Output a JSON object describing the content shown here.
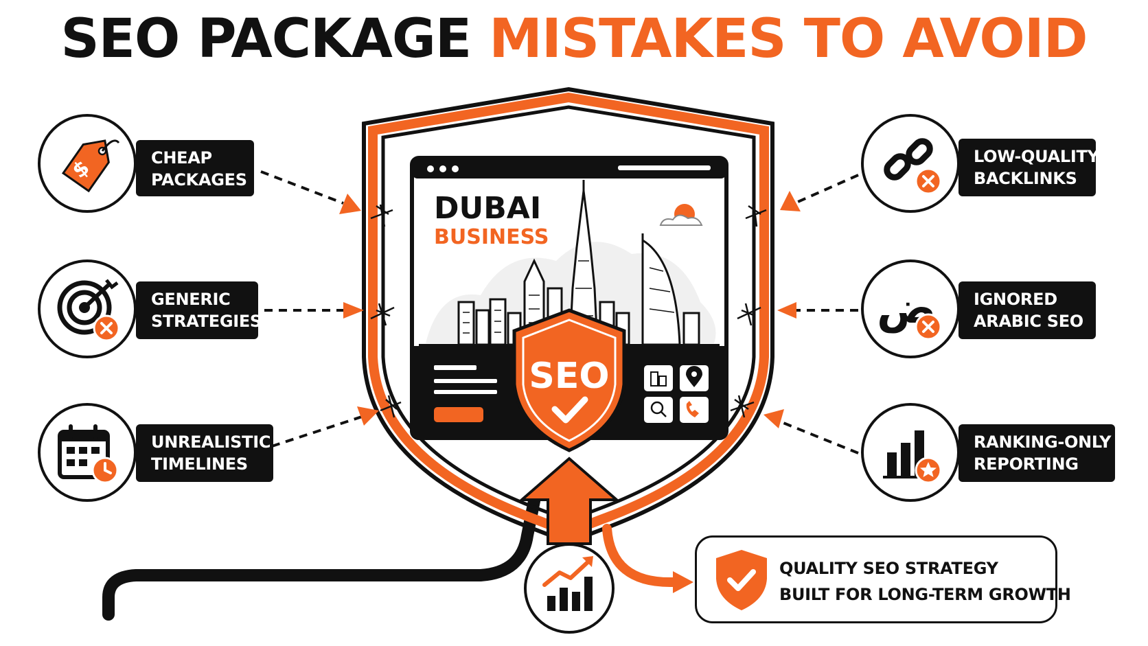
{
  "title": {
    "part1": "SEO PACKAGE",
    "part2": "MISTAKES TO AVOID"
  },
  "colors": {
    "accent": "#f26522",
    "dark": "#111111",
    "background": "#ffffff"
  },
  "mistakes_left": [
    {
      "icon": "price-tag-icon",
      "line1": "CHEAP",
      "line2": "PACKAGES"
    },
    {
      "icon": "target-icon",
      "line1": "GENERIC",
      "line2": "STRATEGIES"
    },
    {
      "icon": "calendar-icon",
      "line1": "UNREALISTIC",
      "line2": "TIMELINES"
    }
  ],
  "mistakes_right": [
    {
      "icon": "broken-link-icon",
      "line1": "LOW-QUALITY",
      "line2": "BACKLINKS"
    },
    {
      "icon": "arabic-letter-icon",
      "line1": "IGNORED",
      "line2": "ARABIC SEO",
      "glyph": "ض"
    },
    {
      "icon": "bar-chart-star-icon",
      "line1": "RANKING-ONLY",
      "line2": "REPORTING"
    }
  ],
  "center": {
    "brand_line1": "DUBAI",
    "brand_line2": "BUSINESS",
    "badge_text": "SEO"
  },
  "quality": {
    "line1": "QUALITY SEO STRATEGY",
    "line2": "BUILT FOR LONG-TERM GROWTH"
  }
}
